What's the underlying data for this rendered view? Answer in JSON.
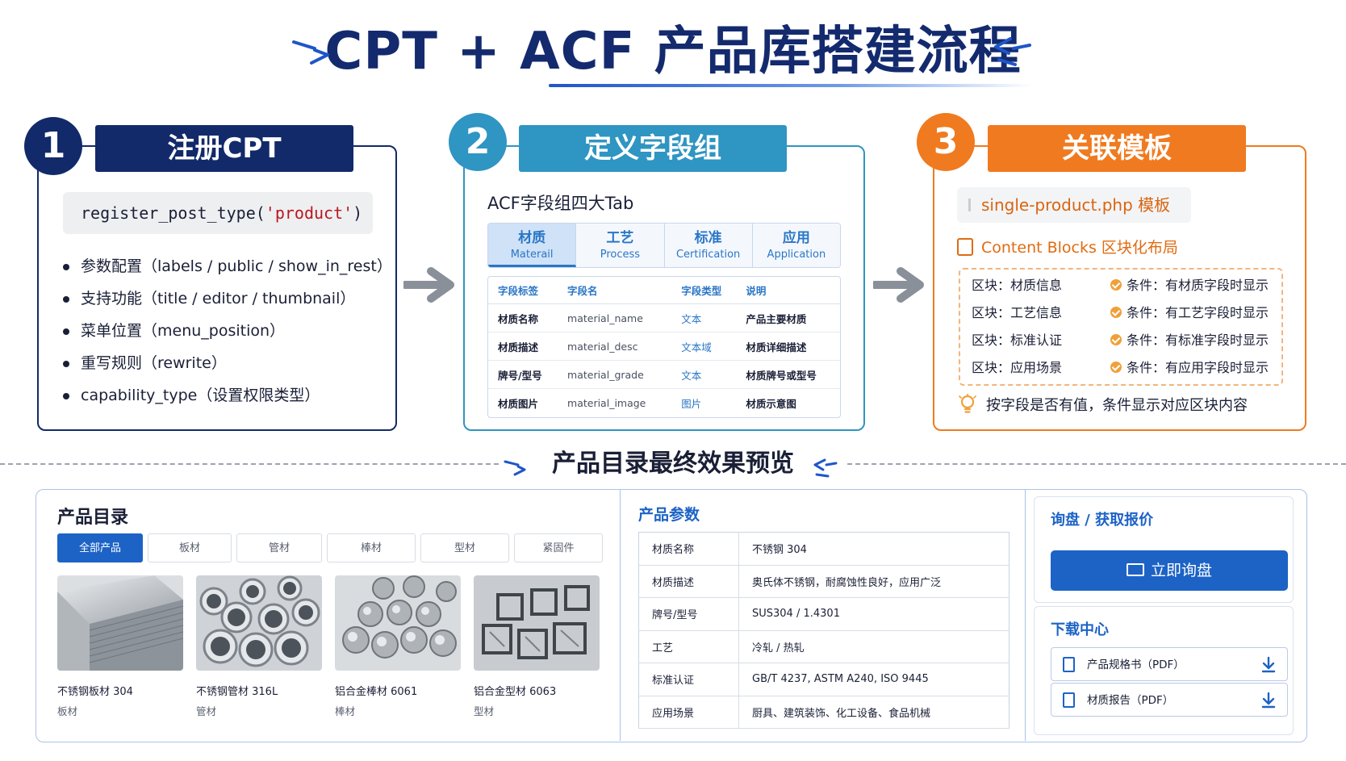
{
  "title": "CPT + ACF 产品库搭建流程",
  "steps": [
    {
      "number": "1",
      "label": "注册CPT"
    },
    {
      "number": "2",
      "label": "定义字段组"
    },
    {
      "number": "3",
      "label": "关联模板"
    }
  ],
  "step1": {
    "code_prefix": "register_post_type(",
    "code_string": "'product'",
    "code_suffix": ")",
    "items": [
      "参数配置（labels / public / show_in_rest）",
      "支持功能（title / editor / thumbnail）",
      "菜单位置（menu_position）",
      "重写规则（rewrite）",
      "capability_type（设置权限类型）"
    ]
  },
  "step2": {
    "heading": "ACF字段组四大Tab",
    "tabs": [
      {
        "cn": "材质",
        "en": "Materail",
        "active": true
      },
      {
        "cn": "工艺",
        "en": "Process",
        "active": false
      },
      {
        "cn": "标准",
        "en": "Certification",
        "active": false
      },
      {
        "cn": "应用",
        "en": "Application",
        "active": false
      }
    ],
    "columns": [
      "字段标签",
      "字段名",
      "字段类型",
      "说明"
    ],
    "rows": [
      [
        "材质名称",
        "material_name",
        "文本",
        "产品主要材质"
      ],
      [
        "材质描述",
        "material_desc",
        "文本域",
        "材质详细描述"
      ],
      [
        "牌号/型号",
        "material_grade",
        "文本",
        "材质牌号或型号"
      ],
      [
        "材质图片",
        "material_image",
        "图片",
        "材质示意图"
      ]
    ]
  },
  "step3": {
    "template": "single-product.php 模板",
    "blocks_heading": "Content Blocks 区块化布局",
    "blocks": [
      {
        "block": "区块：材质信息",
        "condition": "条件：有材质字段时显示"
      },
      {
        "block": "区块：工艺信息",
        "condition": "条件：有工艺字段时显示"
      },
      {
        "block": "区块：标准认证",
        "condition": "条件：有标准字段时显示"
      },
      {
        "block": "区块：应用场景",
        "condition": "条件：有应用字段时显示"
      }
    ],
    "note": "按字段是否有值，条件显示对应区块内容"
  },
  "preview_title": "产品目录最终效果预览",
  "catalog": {
    "title": "产品目录",
    "tabs": [
      "全部产品",
      "板材",
      "管材",
      "棒材",
      "型材",
      "紧固件"
    ],
    "active_tab": 0,
    "products": [
      {
        "name": "不锈钢板材 304",
        "category": "板材",
        "image": "steel-sheet-stack"
      },
      {
        "name": "不锈钢管材 316L",
        "category": "管材",
        "image": "steel-tubes"
      },
      {
        "name": "铝合金棒材 6061",
        "category": "棒材",
        "image": "aluminum-rods"
      },
      {
        "name": "铝合金型材 6063",
        "category": "型材",
        "image": "aluminum-profiles"
      }
    ]
  },
  "params": {
    "title": "产品参数",
    "rows": [
      [
        "材质名称",
        "不锈钢 304"
      ],
      [
        "材质描述",
        "奥氏体不锈钢，耐腐蚀性良好，应用广泛"
      ],
      [
        "牌号/型号",
        "SUS304 / 1.4301"
      ],
      [
        "工艺",
        "冷轧 / 热轧"
      ],
      [
        "标准认证",
        "GB/T 4237, ASTM A240, ISO 9445"
      ],
      [
        "应用场景",
        "厨具、建筑装饰、化工设备、食品机械"
      ]
    ]
  },
  "inquiry": {
    "title": "询盘 / 获取报价",
    "button": "立即询盘"
  },
  "downloads": {
    "title": "下载中心",
    "items": [
      "产品规格书（PDF）",
      "材质报告（PDF）"
    ]
  },
  "colors": {
    "navy": "#122a6a",
    "teal": "#2f95c2",
    "orange": "#f07a1f",
    "brand_blue": "#1d63c6"
  }
}
